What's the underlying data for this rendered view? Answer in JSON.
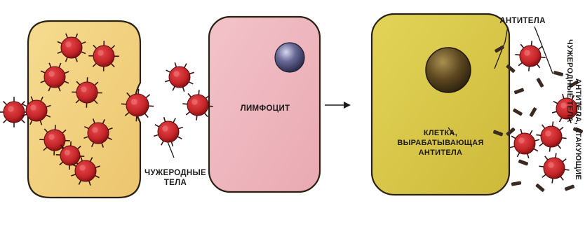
{
  "labels": {
    "foreign_bodies_1": "ЧУЖЕРОДНЫЕ",
    "foreign_bodies_2": "ТЕЛА",
    "lymphocyte": "ЛИМФОЦИТ",
    "producing_cell_1": "КЛЕТКА,",
    "producing_cell_2": "ВЫРАБАТЫВАЮЩАЯ",
    "producing_cell_3": "АНТИТЕЛА",
    "antibodies": "АНТИТЕЛА",
    "attacking_1": "АНТИТЕЛА, АТАКУЮЩИЕ",
    "attacking_2": "ЧУЖЕРОДНЫЕ ТЕЛА"
  },
  "colors": {
    "pathogen": "#c42a2e",
    "pathogen_dark": "#8a1214",
    "yellow_cell": "#f1d27f",
    "pink_cell": "#efb7bf",
    "antibody_cell": "#d8c84a",
    "lymph_nucleus": "#4a4a78",
    "antibody_nucleus": "#5c4a22"
  }
}
